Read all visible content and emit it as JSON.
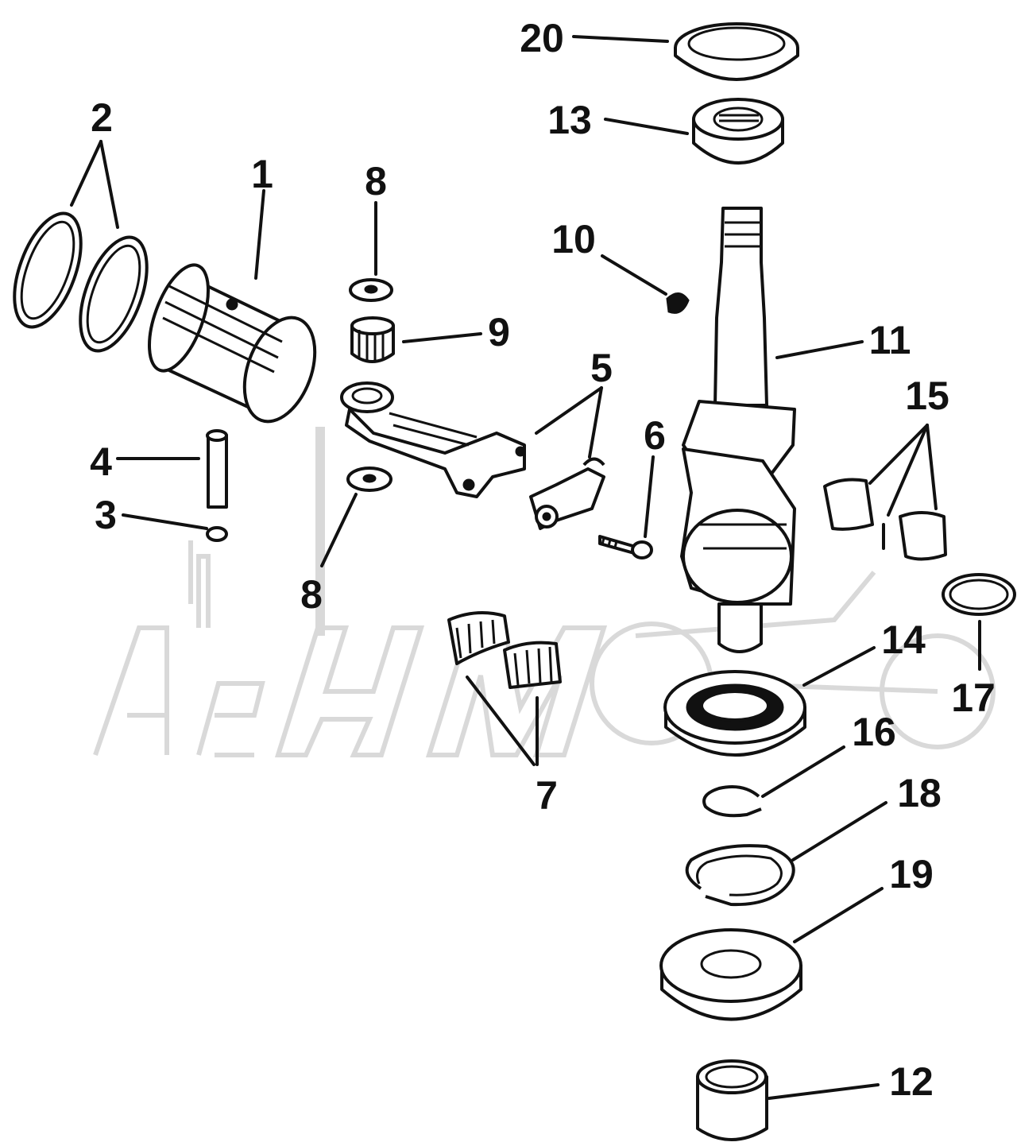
{
  "watermark_text": "AehMoto",
  "labels": {
    "l1": "1",
    "l2": "2",
    "l3": "3",
    "l4": "4",
    "l5": "5",
    "l6": "6",
    "l7": "7",
    "l8a": "8",
    "l8b": "8",
    "l9": "9",
    "l10": "10",
    "l11": "11",
    "l12": "12",
    "l13": "13",
    "l14": "14",
    "l15": "15",
    "l16": "16",
    "l17": "17",
    "l18": "18",
    "l19": "19",
    "l20": "20"
  },
  "colors": {
    "ink": "#111111",
    "watermark": "#d9d9d9",
    "background": "#ffffff"
  }
}
